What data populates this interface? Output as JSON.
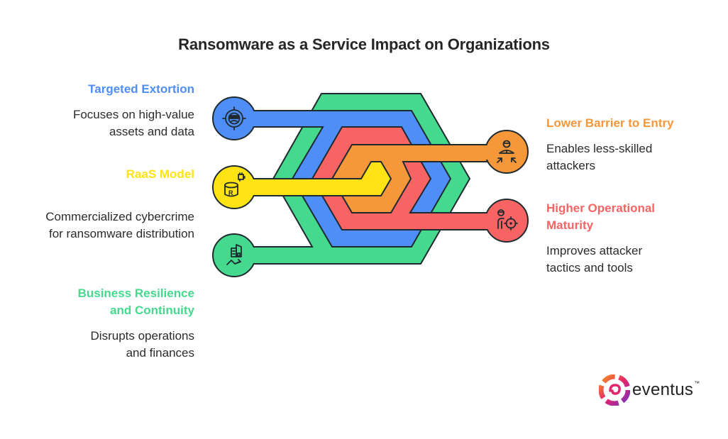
{
  "title": "Ransomware as a Service Impact on Organizations",
  "colors": {
    "green": "#45D98E",
    "blue": "#4F8EF7",
    "red": "#F86464",
    "orange": "#F6973A",
    "yellow": "#FFE312",
    "outline": "#1F2A30",
    "text": "#2b2b2b"
  },
  "items": [
    {
      "id": "targeted-extortion",
      "label": "Targeted Extortion",
      "description": "Focuses on high-value assets and data",
      "description_lines": [
        "Focuses on high-value",
        "assets and data"
      ],
      "color": "#4F8EF7",
      "icon": "masked-hacker-target-icon",
      "side": "left"
    },
    {
      "id": "raas-model",
      "label": "RaaS Model",
      "description": "Commercialized cybercrime for ransomware distribution",
      "description_lines": [
        "Commercialized cybercrime",
        "for ransomware distribution"
      ],
      "color": "#FFE312",
      "icon": "ransomware-database-chip-icon",
      "side": "left"
    },
    {
      "id": "business-resilience",
      "label": "Business Resilience and Continuity",
      "label_lines": [
        "Business Resilience",
        "and Continuity"
      ],
      "description": "Disrupts operations and finances",
      "description_lines": [
        "Disrupts operations",
        "and finances"
      ],
      "color": "#45D98E",
      "icon": "business-decline-icon",
      "side": "left"
    },
    {
      "id": "lower-barrier",
      "label": "Lower Barrier to Entry",
      "description": "Enables less-skilled attackers",
      "description_lines": [
        "Enables less-skilled",
        "attackers"
      ],
      "color": "#F6973A",
      "icon": "user-converging-arrows-icon",
      "side": "right"
    },
    {
      "id": "higher-maturity",
      "label": "Higher Operational Maturity",
      "label_lines": [
        "Higher Operational",
        "Maturity"
      ],
      "description": "Improves attacker tactics and tools",
      "description_lines": [
        "Improves attacker",
        "tactics and tools"
      ],
      "color": "#F86464",
      "icon": "attacker-crosshair-icon",
      "side": "right"
    }
  ],
  "logo": {
    "text": "eventus",
    "trademark": "™"
  }
}
